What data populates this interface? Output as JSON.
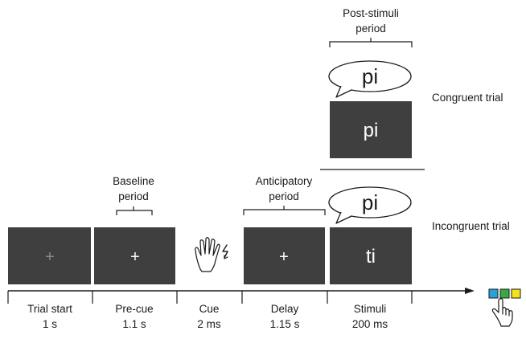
{
  "diagram": {
    "periods": {
      "baseline": [
        "Baseline",
        "period"
      ],
      "anticipatory": [
        "Anticipatory",
        "period"
      ],
      "post_stimuli": [
        "Post-stimuli",
        "period"
      ]
    },
    "trial_types": {
      "congruent": "Congruent trial",
      "incongruent": "Incongruent trial"
    },
    "screens": {
      "trial_start": "+",
      "pre_cue": "+",
      "delay": "+",
      "stimulus_incongruent": "ti",
      "stimulus_congruent": "pi"
    },
    "speech": {
      "congruent": "pi",
      "incongruent": "pi"
    },
    "timeline": [
      {
        "name": "Trial start",
        "duration": "1 s"
      },
      {
        "name": "Pre-cue",
        "duration": "1.1 s"
      },
      {
        "name": "Cue",
        "duration": "2 ms"
      },
      {
        "name": "Delay",
        "duration": "1.15 s"
      },
      {
        "name": "Stimuli",
        "duration": "200 ms"
      }
    ],
    "icons": {
      "cue": "hand-vibration-icon",
      "response": "pointing-hand-icon",
      "response_buttons": [
        "#2a9fd8",
        "#3aa845",
        "#f2e21b"
      ]
    },
    "colors": {
      "screen": "#3f3f3f",
      "fixation_dim": "#8a8a8a",
      "fixation": "#ffffff",
      "line": "#1a1a1a"
    }
  }
}
